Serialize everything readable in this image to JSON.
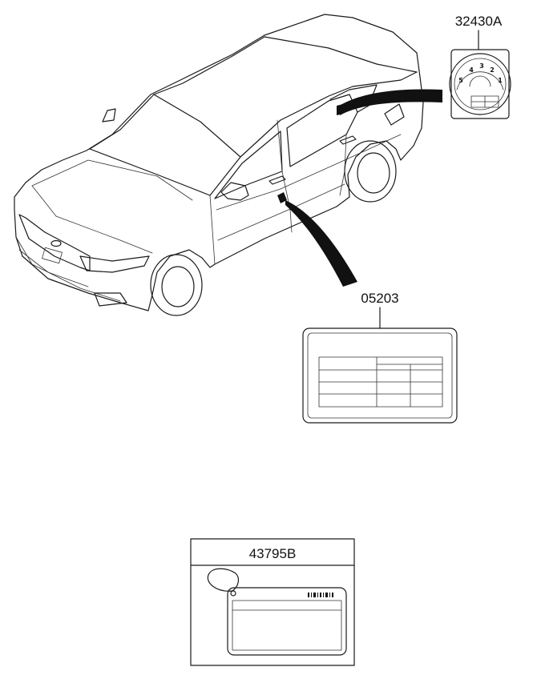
{
  "parts": {
    "tire_pressure_label": {
      "number": "32430A"
    },
    "vehicle_emission_label": {
      "number": "05203"
    },
    "catalyst_tag": {
      "number": "43795B"
    }
  },
  "dial_marks": [
    "5",
    "4",
    "3",
    "2",
    "1"
  ],
  "colors": {
    "ink": "#1a1a1a",
    "background": "#ffffff"
  }
}
